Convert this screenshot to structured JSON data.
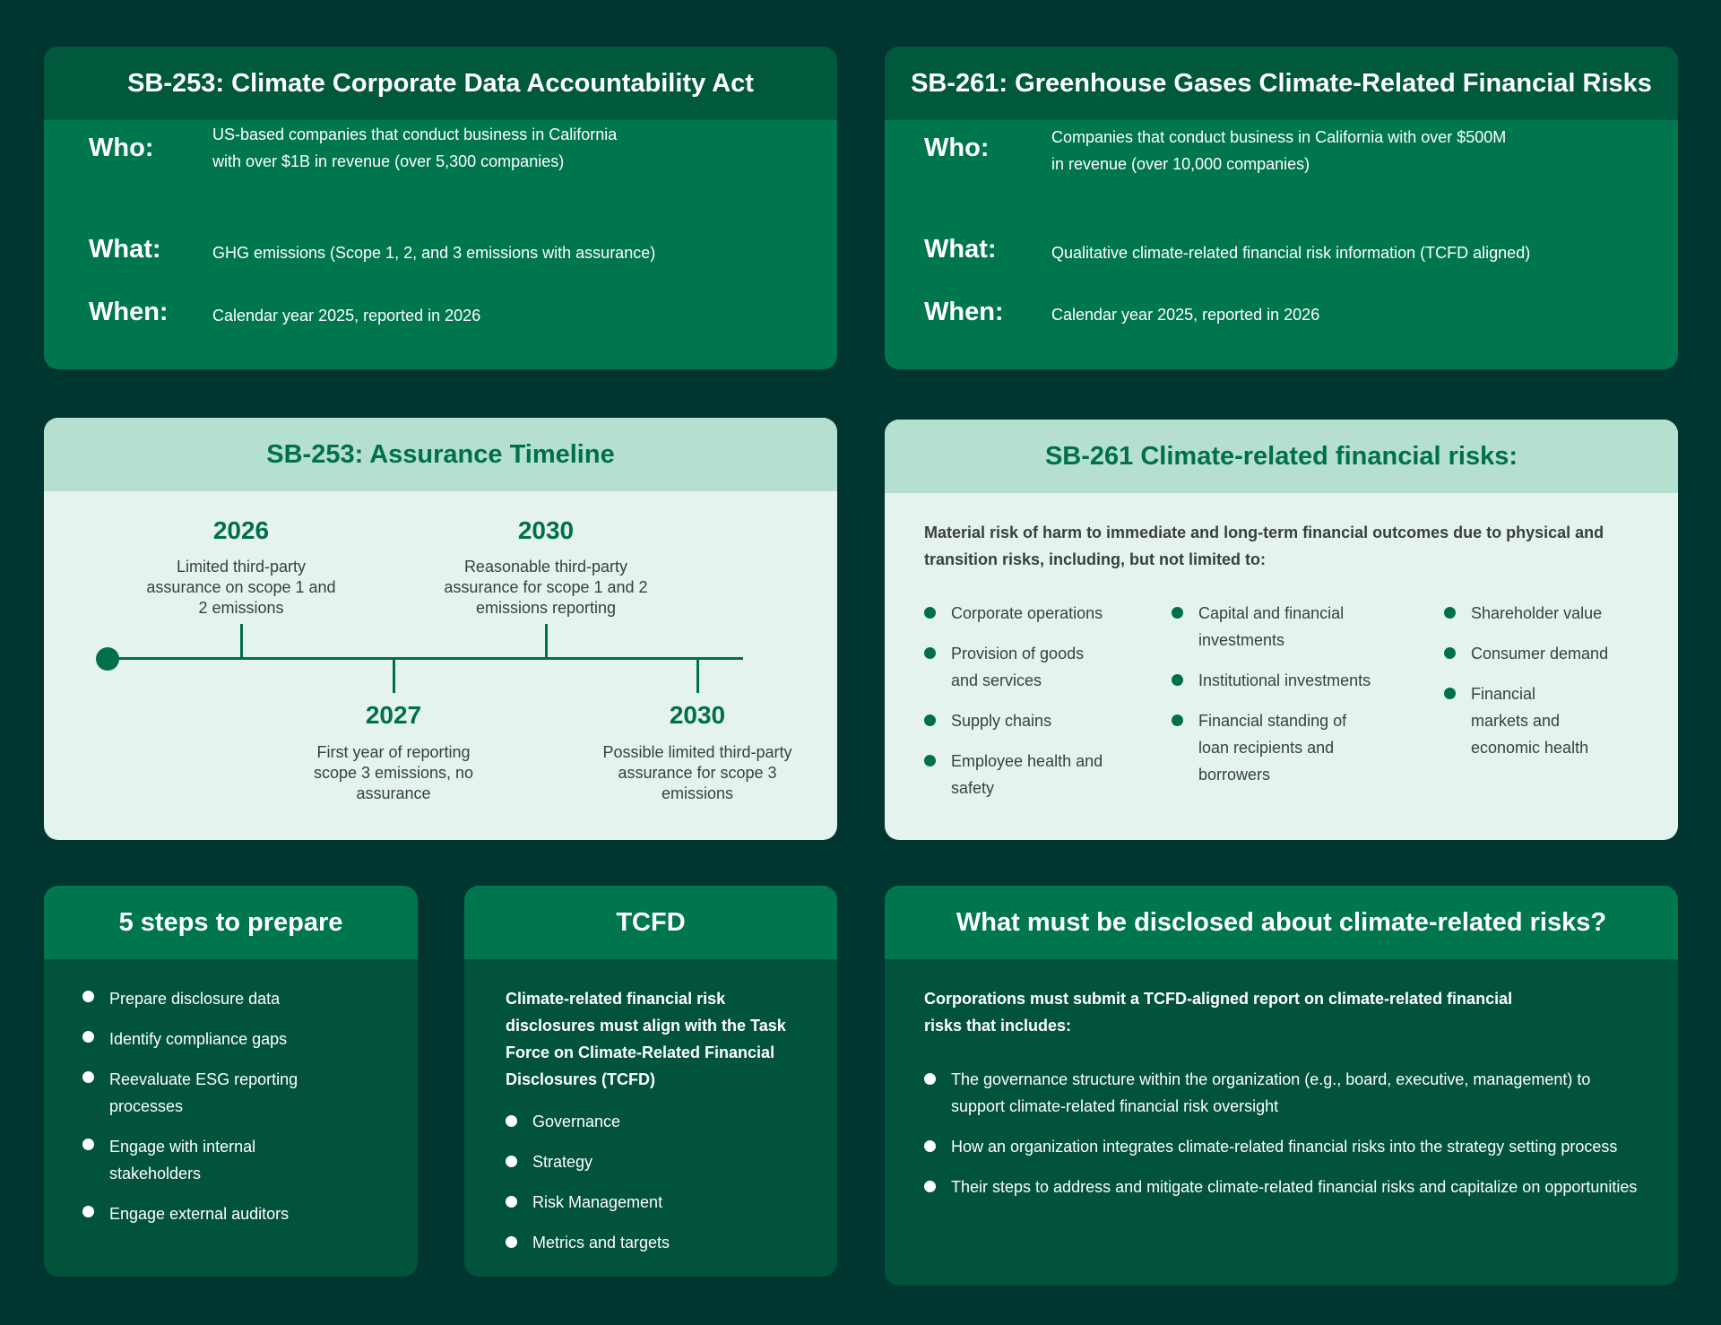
{
  "sb253": {
    "title": "SB-253: Climate Corporate Data Accountability Act",
    "rows": [
      {
        "label": "Who:",
        "text": "US-based companies that conduct business in California\nwith over $1B in revenue (over 5,300 companies)"
      },
      {
        "label": "What:",
        "text": "GHG emissions (Scope 1, 2, and 3 emissions with assurance)"
      },
      {
        "label": "When:",
        "text": "Calendar year 2025, reported in 2026"
      }
    ]
  },
  "sb261": {
    "title": "SB-261: Greenhouse Gases Climate-Related Financial Risks",
    "rows": [
      {
        "label": "Who:",
        "text": "Companies that conduct business in California with over $500M\nin revenue (over 10,000 companies)"
      },
      {
        "label": "What:",
        "text": "Qualitative climate-related financial risk information (TCFD aligned)"
      },
      {
        "label": "When:",
        "text": "Calendar year 2025, reported in 2026"
      }
    ]
  },
  "timeline": {
    "title": "SB-253: Assurance Timeline",
    "milestones": [
      {
        "year": "2026",
        "desc": "Limited third-party assurance on scope 1 and 2 emissions"
      },
      {
        "year": "2027",
        "desc": "First year of reporting scope 3 emissions, no assurance"
      },
      {
        "year": "2030",
        "desc": "Reasonable third-party assurance for scope 1 and 2 emissions reporting"
      },
      {
        "year": "2030",
        "desc": "Possible limited third-party assurance for scope 3 emissions"
      }
    ]
  },
  "risks": {
    "title": "SB-261 Climate-related financial risks:",
    "intro": "Material risk of harm to immediate and long-term financial outcomes due to physical and transition risks, including, but not limited to:",
    "col1": [
      "Corporate operations",
      "Provision of goods and services",
      "Supply chains",
      "Employee health and safety"
    ],
    "col2": [
      "Capital and financial investments",
      "Institutional investments",
      "Financial standing of loan recipients and borrowers"
    ],
    "col3": [
      "Shareholder value",
      "Consumer demand",
      "Financial markets and economic health"
    ]
  },
  "steps": {
    "title": "5 steps to prepare",
    "items": [
      "Prepare disclosure data",
      "Identify compliance gaps",
      "Reevaluate ESG reporting processes",
      "Engage with internal stakeholders",
      "Engage external auditors"
    ]
  },
  "tcfd": {
    "title": "TCFD",
    "intro": "Climate-related financial risk disclosures must align with the Task Force on Climate-Related Financial Disclosures (TCFD)",
    "items": [
      "Governance",
      "Strategy",
      "Risk Management",
      "Metrics and targets"
    ]
  },
  "disclose": {
    "title": "What must be disclosed about climate-related risks?",
    "intro": "Corporations must submit a TCFD-aligned report on climate-related financial risks that includes:",
    "items": [
      "The governance structure within the organization (e.g., board, executive, management) to support climate-related financial risk oversight",
      "How an organization integrates climate-related financial risks into the strategy setting process",
      "Their steps to address and mitigate climate-related financial risks and capitalize on opportunities"
    ]
  },
  "colors": {
    "background": "#003530",
    "green": "#00764f",
    "dark_green": "#00583d",
    "light": "#e5f3ee",
    "light_header": "#b5e0d0"
  }
}
